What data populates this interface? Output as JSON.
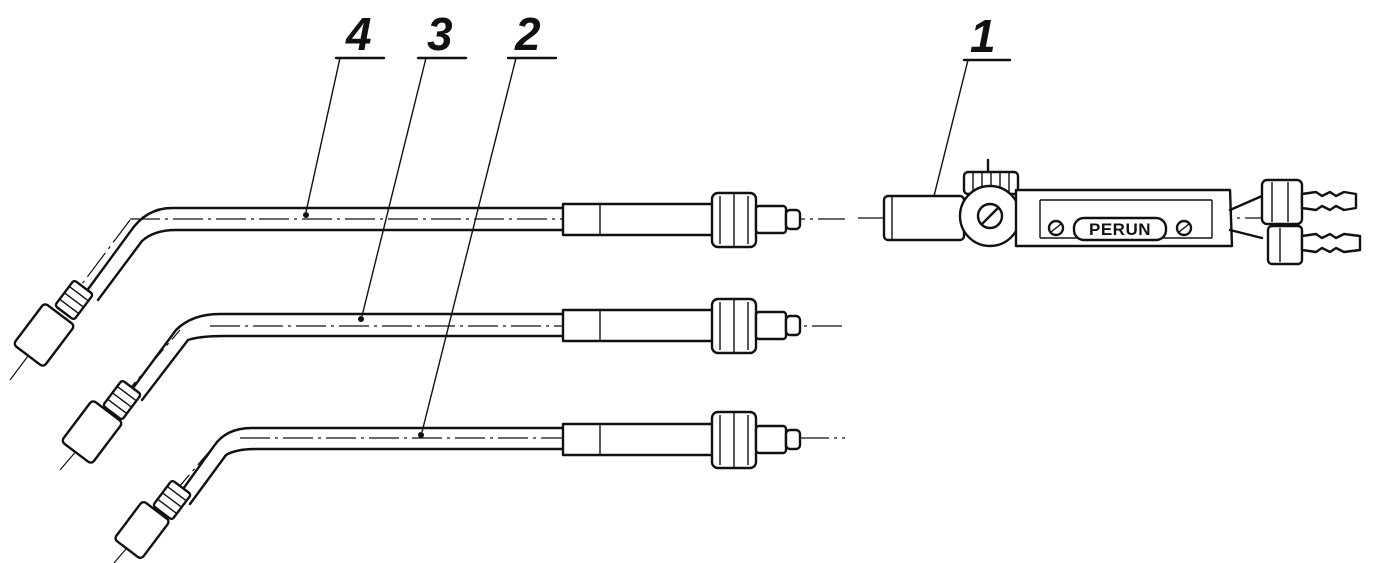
{
  "callouts": {
    "part_1": "1",
    "part_2": "2",
    "part_3": "3",
    "part_4": "4"
  },
  "handle_brand": "PERUN",
  "colors": {
    "ink": "#111111",
    "paper": "#ffffff"
  }
}
